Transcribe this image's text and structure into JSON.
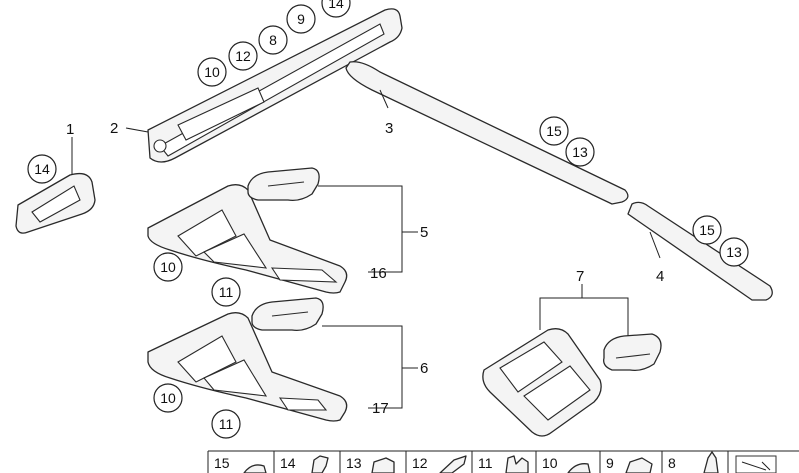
{
  "ref_numbers": {
    "n1": "1",
    "n2": "2",
    "n3": "3",
    "n4": "4",
    "n5": "5",
    "n6": "6",
    "n7": "7",
    "n16": "16",
    "n17": "17"
  },
  "callouts": {
    "c14_top": "14",
    "c9": "9",
    "c8": "8",
    "c12": "12",
    "c10_top": "10",
    "c14_left": "14",
    "c15_a": "15",
    "c13_a": "13",
    "c15_b": "15",
    "c13_b": "13",
    "c10_mid": "10",
    "c11_mid": "11",
    "c10_low": "10",
    "c11_low": "11"
  },
  "legend": [
    "15",
    "14",
    "13",
    "12",
    "11",
    "10",
    "9",
    "8"
  ]
}
